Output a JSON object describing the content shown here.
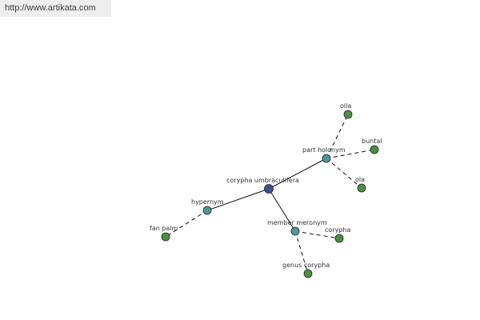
{
  "source_url": "http://www.artikata.com",
  "colors": {
    "center": "#3d4f8e",
    "relation": "#4f969a",
    "leaf": "#4a8f44"
  },
  "diagram": {
    "nodes": [
      {
        "id": "center",
        "label": "corypha umbraculifera",
        "kind": "center"
      },
      {
        "id": "part-holonym",
        "label": "part holonym",
        "kind": "relation"
      },
      {
        "id": "hypernym",
        "label": "hypernym",
        "kind": "relation"
      },
      {
        "id": "member-meronym",
        "label": "member meronym",
        "kind": "relation"
      },
      {
        "id": "olla",
        "label": "olla",
        "kind": "leaf"
      },
      {
        "id": "buntal",
        "label": "buntal",
        "kind": "leaf"
      },
      {
        "id": "ola",
        "label": "ola",
        "kind": "leaf"
      },
      {
        "id": "fan-palm",
        "label": "fan palm",
        "kind": "leaf"
      },
      {
        "id": "corypha",
        "label": "corypha",
        "kind": "leaf"
      },
      {
        "id": "genus-corypha",
        "label": "genus corypha",
        "kind": "leaf"
      }
    ],
    "edges": [
      {
        "from": "center",
        "to": "part-holonym",
        "style": "solid"
      },
      {
        "from": "center",
        "to": "hypernym",
        "style": "solid"
      },
      {
        "from": "center",
        "to": "member-meronym",
        "style": "solid"
      },
      {
        "from": "part-holonym",
        "to": "olla",
        "style": "dashed"
      },
      {
        "from": "part-holonym",
        "to": "buntal",
        "style": "dashed"
      },
      {
        "from": "part-holonym",
        "to": "ola",
        "style": "dashed"
      },
      {
        "from": "hypernym",
        "to": "fan-palm",
        "style": "dashed"
      },
      {
        "from": "member-meronym",
        "to": "corypha",
        "style": "dashed"
      },
      {
        "from": "member-meronym",
        "to": "genus-corypha",
        "style": "dashed"
      }
    ]
  }
}
